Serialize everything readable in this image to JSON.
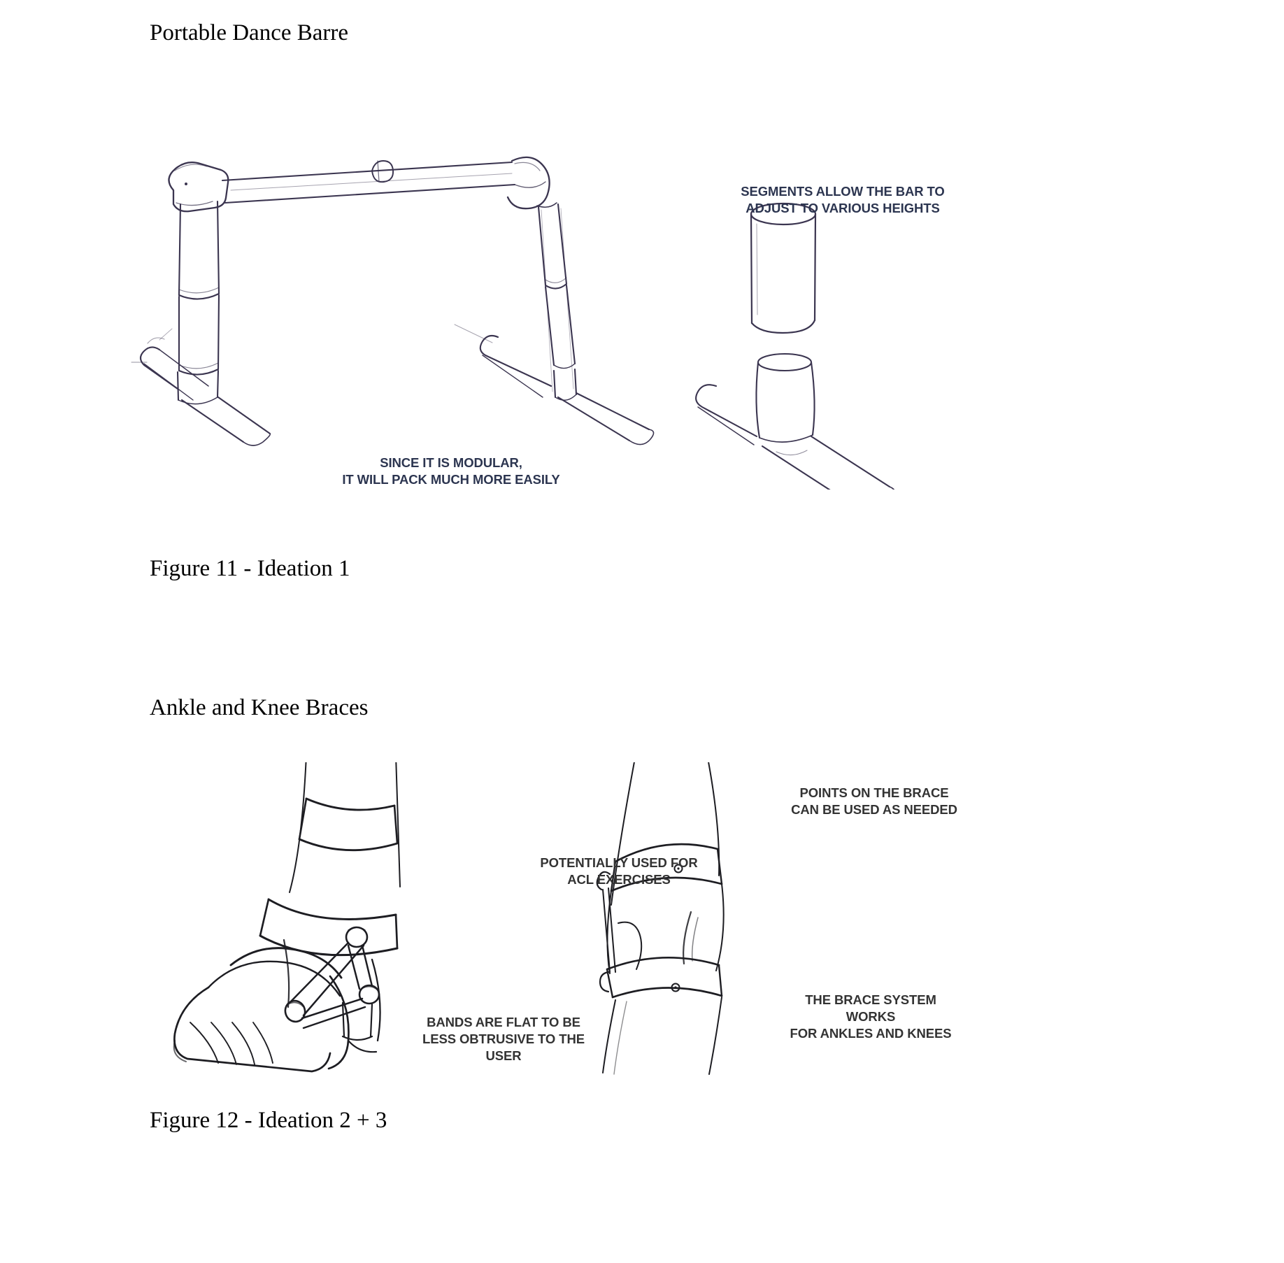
{
  "document": {
    "sections": [
      {
        "heading": "Portable Dance Barre",
        "caption": "Figure 11 - Ideation 1",
        "figure_name": "ideation-1-portable-dance-barre-sketch",
        "annotations": [
          {
            "id": "segments",
            "text": "SEGMENTS ALLOW THE BAR TO\nADJUST TO VARIOUS HEIGHTS",
            "color": "#2c3550"
          },
          {
            "id": "modular",
            "text": "SINCE IT IS MODULAR,\nIT WILL PACK MUCH MORE EASILY",
            "color": "#2c3550"
          }
        ]
      },
      {
        "heading": "Ankle and Knee Braces",
        "caption": "Figure 12 - Ideation 2 + 3",
        "figure_name": "ideation-2-3-ankle-and-knee-brace-sketch",
        "annotations": [
          {
            "id": "acl",
            "text": "POTENTIALLY USED FOR\nACL EXERCISES",
            "color": "#333333"
          },
          {
            "id": "points",
            "text": "POINTS ON THE BRACE\nCAN BE USED AS NEEDED",
            "color": "#333333"
          },
          {
            "id": "brace-system",
            "text": "THE BRACE SYSTEM WORKS\nFOR ANKLES AND KNEES",
            "color": "#333333"
          },
          {
            "id": "bands",
            "text": "BANDS ARE FLAT TO BE\nLESS OBTRUSIVE TO THE USER",
            "color": "#333333"
          }
        ]
      }
    ],
    "colors": {
      "page_background": "#ffffff",
      "body_text": "#000000",
      "sketch_ink_pen": "#3a3550",
      "sketch_ink_line": "#1a1a1a",
      "annotation_navy": "#2c3550",
      "annotation_dark": "#333333"
    }
  }
}
